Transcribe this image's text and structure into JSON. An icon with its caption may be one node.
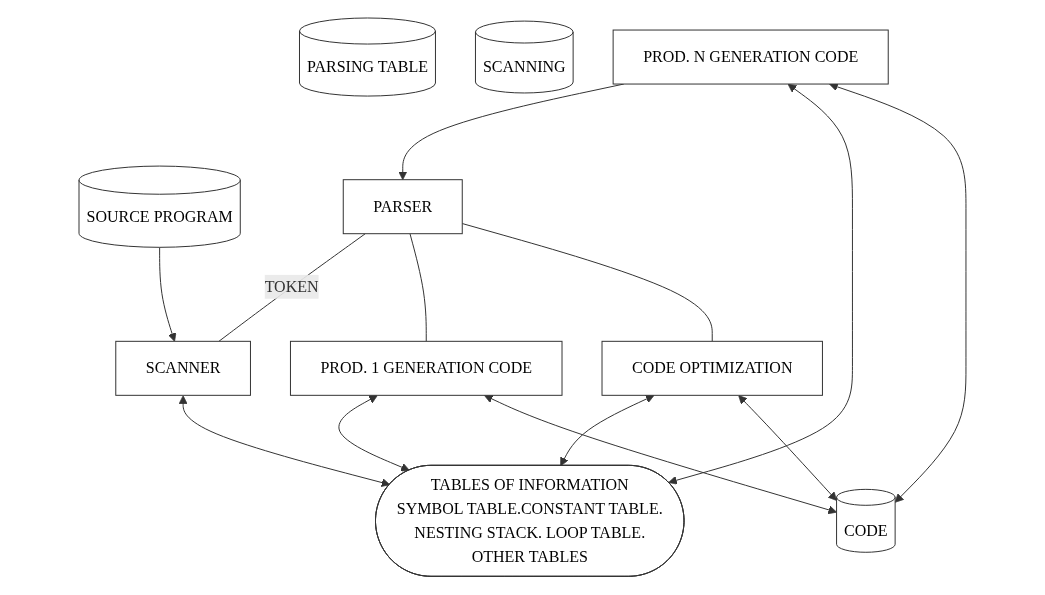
{
  "diagram": {
    "nodes": [
      {
        "text": [
          "PARSING TABLE"
        ]
      },
      {
        "text": [
          "SCANNING"
        ]
      },
      {
        "text": [
          "SOURCE PROGRAM"
        ]
      },
      {
        "text": [
          "PARSER"
        ]
      },
      {
        "text": [
          "SCANNER"
        ]
      },
      {
        "text": [
          "PROD. 1 GENERATION CODE"
        ]
      },
      {
        "text": [
          "PROD. N GENERATION CODE"
        ]
      },
      {
        "text": [
          "CODE OPTIMIZATION"
        ]
      },
      {
        "text": [
          "TABLES OF INFORMATION",
          "SYMBOL TABLE.CONSTANT TABLE.",
          "NESTING STACK. LOOP TABLE.",
          "OTHER TABLES"
        ]
      },
      {
        "text": [
          "CODE"
        ]
      }
    ],
    "edges": [
      {
        "from": 2,
        "to": 4,
        "arrow": "to"
      },
      {
        "from": 3,
        "to": 4,
        "arrow": "none",
        "label": "TOKEN"
      },
      {
        "from": 3,
        "to": 5,
        "arrow": "none"
      },
      {
        "from": 6,
        "to": 3,
        "arrow": "to"
      },
      {
        "from": 3,
        "to": 7,
        "arrow": "none"
      },
      {
        "from": 4,
        "to": 8,
        "arrow": "both"
      },
      {
        "from": 5,
        "to": 8,
        "arrow": "both"
      },
      {
        "from": 6,
        "to": 8,
        "arrow": "both"
      },
      {
        "from": 7,
        "to": 8,
        "arrow": "both"
      },
      {
        "from": 5,
        "to": 9,
        "arrow": "both"
      },
      {
        "from": 6,
        "to": 9,
        "arrow": "both"
      },
      {
        "from": 7,
        "to": 9,
        "arrow": "both"
      }
    ]
  }
}
